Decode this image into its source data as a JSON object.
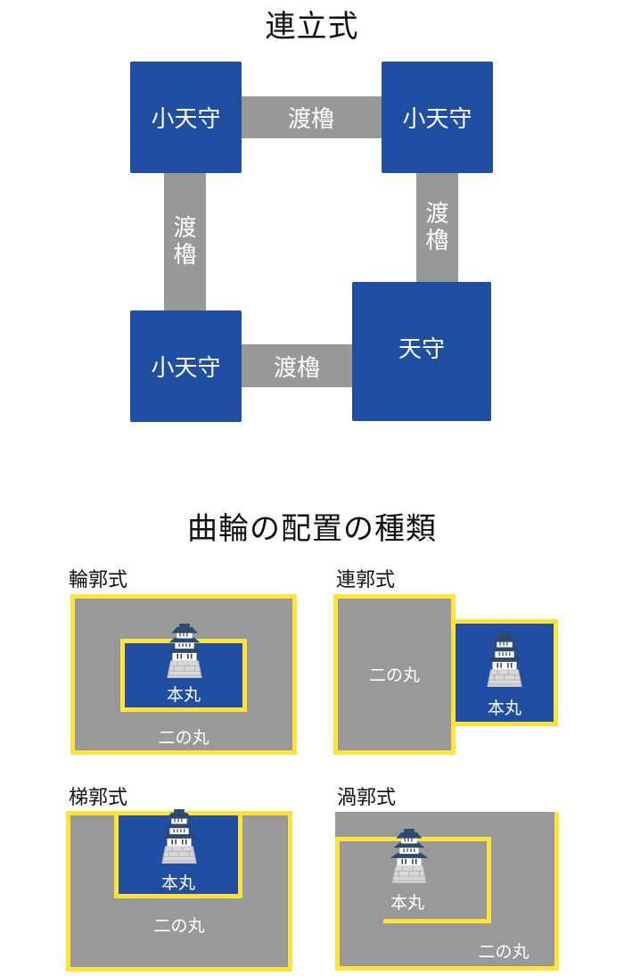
{
  "renritsu": {
    "title": "連立式",
    "small_tower_1": "小天守",
    "small_tower_2": "小天守",
    "small_tower_3": "小天守",
    "main_tower": "天守",
    "bridge_top": "渡櫓",
    "bridge_left": [
      "渡",
      "櫓"
    ],
    "bridge_right": [
      "渡",
      "櫓"
    ],
    "bridge_bottom": "渡櫓"
  },
  "layouts": {
    "title": "曲輪の配置の種類",
    "rinkaku": {
      "label": "輪郭式",
      "honmaru": "本丸",
      "ninomaru": "二の丸"
    },
    "renkaku": {
      "label": "連郭式",
      "honmaru": "本丸",
      "ninomaru": "二の丸"
    },
    "teikaku": {
      "label": "梯郭式",
      "honmaru": "本丸",
      "ninomaru": "二の丸"
    },
    "kakaku": {
      "label": "渦郭式",
      "honmaru": "本丸",
      "ninomaru": "二の丸"
    }
  },
  "colors": {
    "tower_blue": "#1f4ea3",
    "bridge_gray": "#989898",
    "area_gray": "#999999",
    "border_yellow": "#ffe33a"
  },
  "icons": [
    "castle-icon"
  ]
}
